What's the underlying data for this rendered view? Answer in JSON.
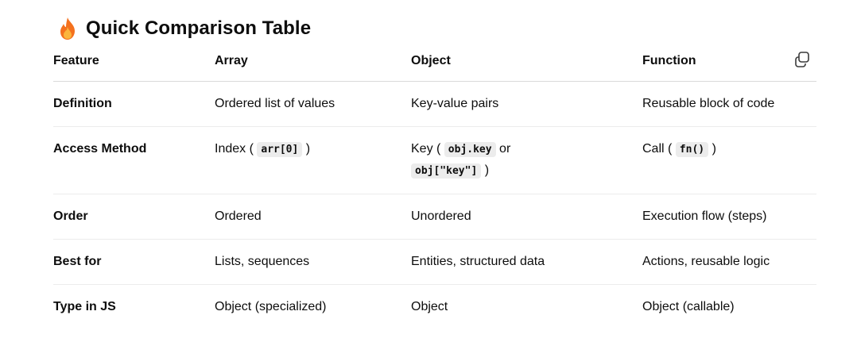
{
  "heading": {
    "icon": "fire-icon",
    "title": "Quick Comparison Table"
  },
  "toolbar": {
    "copy_icon": "copy-icon"
  },
  "table": {
    "headers": [
      "Feature",
      "Array",
      "Object",
      "Function"
    ],
    "rows": [
      {
        "feature": "Definition",
        "array": "Ordered list of values",
        "object": "Key-value pairs",
        "function": "Reusable block of code"
      },
      {
        "feature": "Access Method",
        "array_prefix": "Index (",
        "array_code": "arr[0]",
        "array_suffix": ")",
        "object_prefix": "Key (",
        "object_code1": "obj.key",
        "object_mid": "or",
        "object_code2": "obj[\"key\"]",
        "object_suffix": ")",
        "function_prefix": "Call (",
        "function_code": "fn()",
        "function_suffix": ")"
      },
      {
        "feature": "Order",
        "array": "Ordered",
        "object": "Unordered",
        "function": "Execution flow (steps)"
      },
      {
        "feature": "Best for",
        "array": "Lists, sequences",
        "object": "Entities, structured data",
        "function": "Actions, reusable logic"
      },
      {
        "feature": "Type in JS",
        "array": "Object (specialized)",
        "object": "Object",
        "function": "Object (callable)"
      }
    ]
  },
  "colors": {
    "code_bg": "#ececec",
    "header_border": "#d9d9d9",
    "row_border": "#ececec",
    "fire_outer": "#f4711e",
    "fire_inner": "#fbb53c"
  }
}
